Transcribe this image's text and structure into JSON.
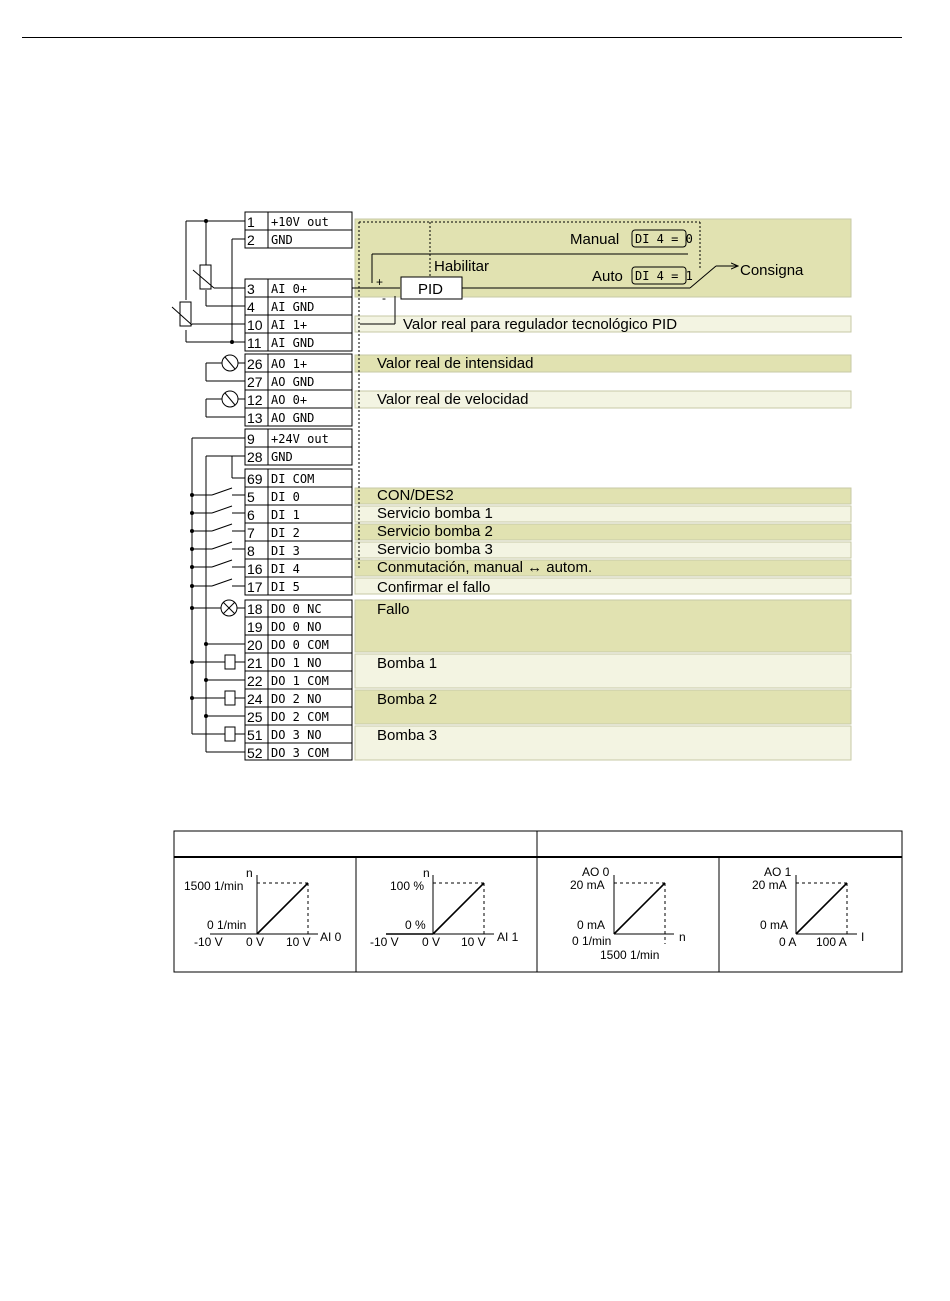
{
  "terminals": [
    {
      "num": "1",
      "label": "+10V out"
    },
    {
      "num": "2",
      "label": "GND"
    },
    {
      "num": "3",
      "label": "AI 0+"
    },
    {
      "num": "4",
      "label": "AI GND"
    },
    {
      "num": "10",
      "label": "AI 1+"
    },
    {
      "num": "11",
      "label": "AI GND"
    },
    {
      "num": "26",
      "label": "AO 1+"
    },
    {
      "num": "27",
      "label": "AO GND"
    },
    {
      "num": "12",
      "label": "AO 0+"
    },
    {
      "num": "13",
      "label": "AO GND"
    },
    {
      "num": "9",
      "label": "+24V out"
    },
    {
      "num": "28",
      "label": "GND"
    },
    {
      "num": "69",
      "label": "DI COM"
    },
    {
      "num": "5",
      "label": "DI 0"
    },
    {
      "num": "6",
      "label": "DI 1"
    },
    {
      "num": "7",
      "label": "DI 2"
    },
    {
      "num": "8",
      "label": "DI 3"
    },
    {
      "num": "16",
      "label": "DI 4"
    },
    {
      "num": "17",
      "label": "DI 5"
    },
    {
      "num": "18",
      "label": "DO 0 NC"
    },
    {
      "num": "19",
      "label": "DO 0 NO"
    },
    {
      "num": "20",
      "label": "DO 0 COM"
    },
    {
      "num": "21",
      "label": "DO 1 NO"
    },
    {
      "num": "22",
      "label": "DO 1 COM"
    },
    {
      "num": "24",
      "label": "DO 2 NO"
    },
    {
      "num": "25",
      "label": "DO 2 COM"
    },
    {
      "num": "51",
      "label": "DO 3 NO"
    },
    {
      "num": "52",
      "label": "DO 3 COM"
    }
  ],
  "pid_block": {
    "pid_label": "PID",
    "manual_label": "Manual",
    "manual_cond": "DI 4 = 0",
    "auto_label": "Auto",
    "auto_cond": "DI 4 = 1",
    "enable_label": "Habilitar",
    "setpoint_label": "Consigna",
    "plus": "+",
    "minus": "-"
  },
  "functions": {
    "pid_actual": "Valor real para regulador tecnológico PID",
    "current_actual": "Valor real de intensidad",
    "speed_actual": "Valor real de velocidad",
    "di0": "CON/DES2",
    "di1": "Servicio bomba 1",
    "di2": "Servicio bomba 2",
    "di3": "Servicio bomba 3",
    "di4": "Conmutación, manual ↔ autom.",
    "di5": "Confirmar el fallo",
    "fault": "Fallo",
    "pump1": "Bomba 1",
    "pump2": "Bomba 2",
    "pump3": "Bomba 3"
  },
  "scaling": [
    {
      "y_axis": "n",
      "y_top": "1500 1/min",
      "y_bottom": "0 1/min",
      "x_left": "-10 V",
      "x_mid": "0 V",
      "x_right": "10 V",
      "x_axis": "AI 0"
    },
    {
      "y_axis": "n",
      "y_top": "100 %",
      "y_bottom": "0 %",
      "x_left": "-10 V",
      "x_mid": "0 V",
      "x_right": "10 V",
      "x_axis": "AI 1"
    },
    {
      "y_axis": "AO 0",
      "y_top": "20 mA",
      "y_bottom": "0 mA",
      "x_left": "0 1/min",
      "x_right": "1500 1/min",
      "x_axis": "n"
    },
    {
      "y_axis": "AO 1",
      "y_top": "20 mA",
      "y_bottom": "0 mA",
      "x_left": "0 A",
      "x_right": "100 A",
      "x_axis": "I"
    }
  ],
  "colors": {
    "band_dark": "#e1e2b1",
    "band_light": "#f3f4e2",
    "band_border": "#c7c9a6"
  }
}
